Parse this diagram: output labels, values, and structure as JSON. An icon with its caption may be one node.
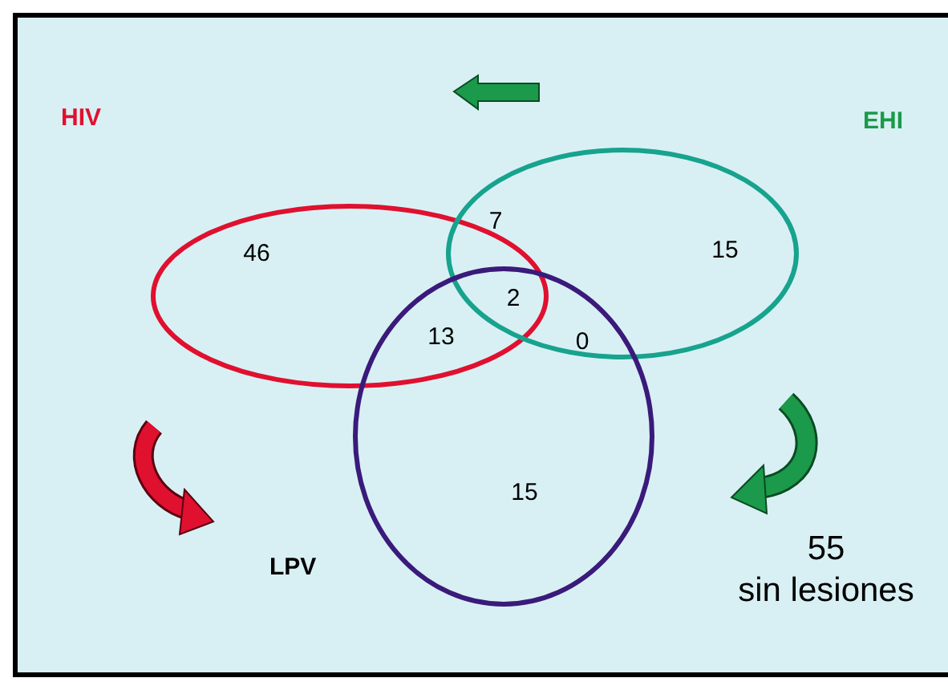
{
  "diagram": {
    "nodes": [
      {
        "text": [
          "HIV"
        ]
      },
      {
        "text": [
          "EHI"
        ]
      },
      {
        "text": [
          "LPV"
        ]
      }
    ],
    "labels": [
      "46",
      "7",
      "15",
      "2",
      "13",
      "0",
      "15",
      "55",
      "sin lesiones"
    ]
  }
}
